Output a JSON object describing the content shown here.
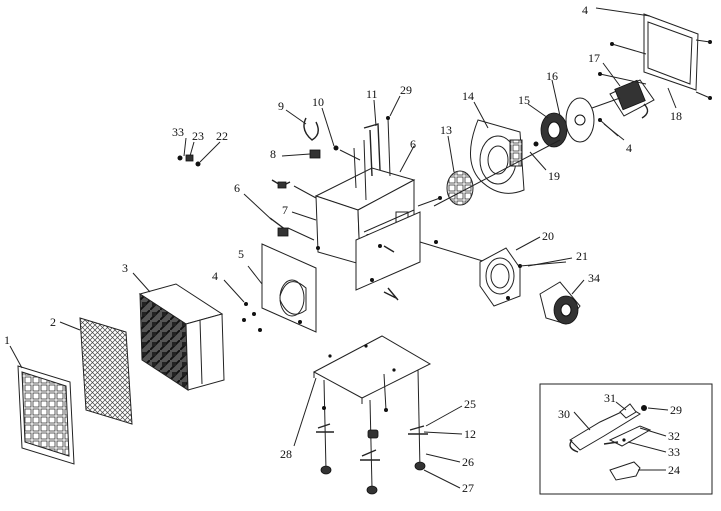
{
  "diagram": {
    "part_numbers": [
      "1",
      "2",
      "3",
      "4",
      "5",
      "6",
      "7",
      "8",
      "9",
      "10",
      "11",
      "29",
      "6",
      "14",
      "13",
      "15",
      "16",
      "17",
      "4",
      "18",
      "19",
      "20",
      "21",
      "34",
      "4",
      "33",
      "23",
      "22",
      "28",
      "25",
      "12",
      "26",
      "27"
    ],
    "detail_inset_numbers": [
      "31",
      "29",
      "30",
      "32",
      "33",
      "24"
    ]
  }
}
